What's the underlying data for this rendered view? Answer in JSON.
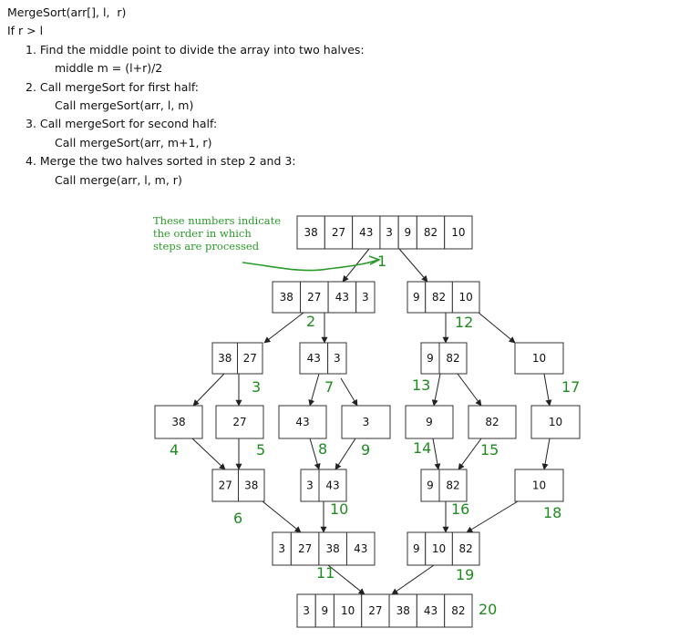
{
  "pseudocode": {
    "lines": [
      {
        "text": "MergeSort(arr[], l,  r)",
        "indent": 0
      },
      {
        "text": "If r > l",
        "indent": 0
      },
      {
        "text": "1. Find the middle point to divide the array into two halves:",
        "indent": 1
      },
      {
        "text": "middle m = (l+r)/2",
        "indent": 2
      },
      {
        "text": "2. Call mergeSort for first half:",
        "indent": 1
      },
      {
        "text": "Call mergeSort(arr, l, m)",
        "indent": 2
      },
      {
        "text": "3. Call mergeSort for second half:",
        "indent": 1
      },
      {
        "text": "Call mergeSort(arr, m+1, r)",
        "indent": 2
      },
      {
        "text": "4. Merge the two halves sorted in step 2 and 3:",
        "indent": 1
      },
      {
        "text": "Call merge(arr, l, m, r)",
        "indent": 2
      }
    ]
  },
  "note": {
    "lines": [
      "These numbers indicate",
      "the order in which",
      "steps are processed"
    ],
    "color": "#2a9a2a"
  },
  "colors": {
    "step": "#1f8a1f",
    "box": "#333333",
    "arrow": "#222222"
  },
  "nodes": [
    {
      "id": "root",
      "values": [
        38,
        27,
        43,
        3,
        9,
        82,
        10
      ]
    },
    {
      "id": "L",
      "values": [
        38,
        27,
        43,
        3
      ]
    },
    {
      "id": "R",
      "values": [
        9,
        82,
        10
      ]
    },
    {
      "id": "LL",
      "values": [
        38,
        27
      ]
    },
    {
      "id": "LR",
      "values": [
        43,
        3
      ]
    },
    {
      "id": "RL",
      "values": [
        9,
        82
      ]
    },
    {
      "id": "RR",
      "values": [
        10
      ]
    },
    {
      "id": "a",
      "values": [
        38
      ]
    },
    {
      "id": "b",
      "values": [
        27
      ]
    },
    {
      "id": "c",
      "values": [
        43
      ]
    },
    {
      "id": "d",
      "values": [
        3
      ]
    },
    {
      "id": "e",
      "values": [
        9
      ]
    },
    {
      "id": "f",
      "values": [
        82
      ]
    },
    {
      "id": "g",
      "values": [
        10
      ]
    },
    {
      "id": "m1",
      "values": [
        27,
        38
      ]
    },
    {
      "id": "m2",
      "values": [
        3,
        43
      ]
    },
    {
      "id": "m3",
      "values": [
        9,
        82
      ]
    },
    {
      "id": "m4",
      "values": [
        10
      ]
    },
    {
      "id": "m5",
      "values": [
        3,
        27,
        38,
        43
      ]
    },
    {
      "id": "m6",
      "values": [
        9,
        10,
        82
      ]
    },
    {
      "id": "final",
      "values": [
        3,
        9,
        10,
        27,
        38,
        43,
        82
      ]
    }
  ],
  "steps": [
    "1",
    "2",
    "3",
    "4",
    "5",
    "6",
    "7",
    "8",
    "9",
    "10",
    "11",
    "12",
    "13",
    "14",
    "15",
    "16",
    "17",
    "18",
    "19",
    "20"
  ]
}
